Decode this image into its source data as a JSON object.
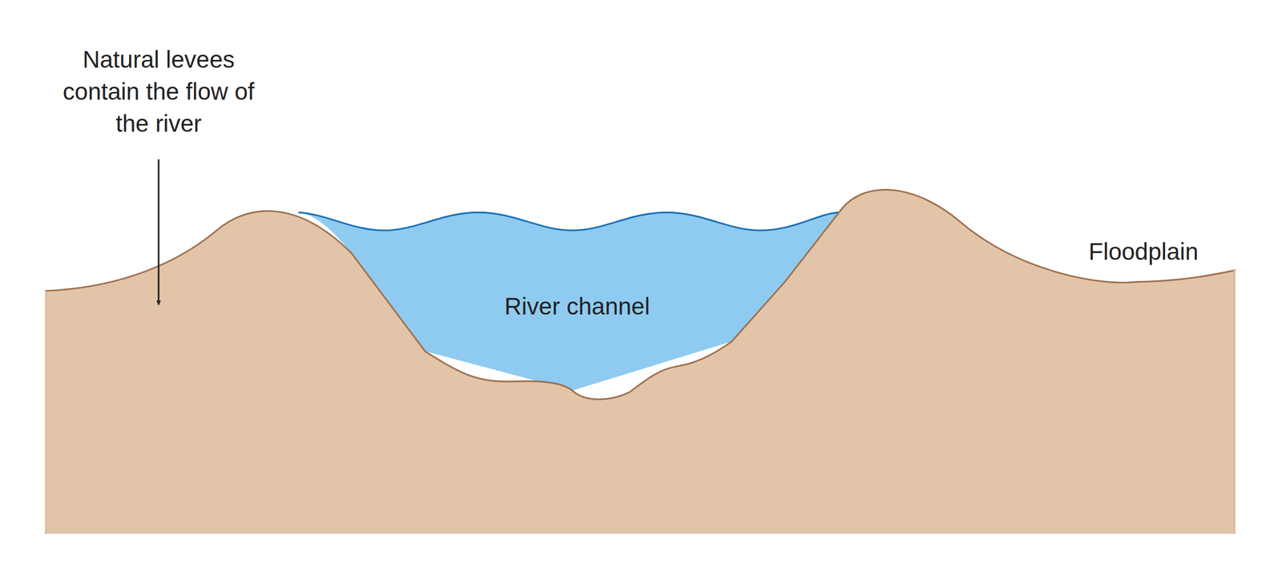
{
  "diagram": {
    "labels": [
      "Natural levees contain the flow of the river",
      "River channel",
      "Floodplain"
    ]
  }
}
